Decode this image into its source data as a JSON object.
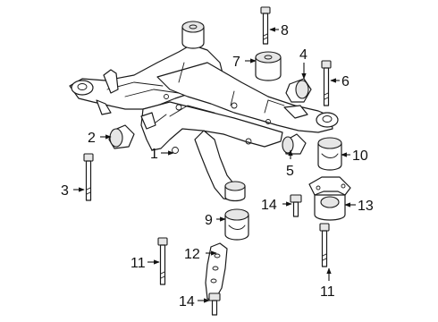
{
  "diagram": {
    "callouts": [
      {
        "id": "c1",
        "number": "1"
      },
      {
        "id": "c2",
        "number": "2"
      },
      {
        "id": "c3",
        "number": "3"
      },
      {
        "id": "c4",
        "number": "4"
      },
      {
        "id": "c5",
        "number": "5"
      },
      {
        "id": "c6",
        "number": "6"
      },
      {
        "id": "c7",
        "number": "7"
      },
      {
        "id": "c8",
        "number": "8"
      },
      {
        "id": "c9",
        "number": "9"
      },
      {
        "id": "c10",
        "number": "10"
      },
      {
        "id": "c11a",
        "number": "11"
      },
      {
        "id": "c11b",
        "number": "11"
      },
      {
        "id": "c12",
        "number": "12"
      },
      {
        "id": "c13",
        "number": "13"
      },
      {
        "id": "c14a",
        "number": "14"
      },
      {
        "id": "c14b",
        "number": "14"
      }
    ]
  }
}
